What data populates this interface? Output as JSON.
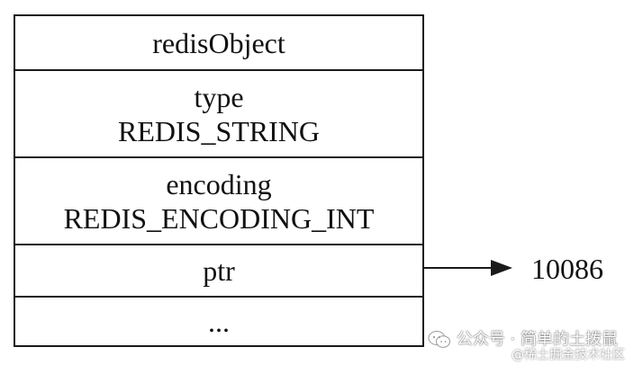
{
  "record": {
    "fields": [
      {
        "lines": [
          "redisObject"
        ]
      },
      {
        "lines": [
          "type",
          "REDIS_STRING"
        ]
      },
      {
        "lines": [
          "encoding",
          "REDIS_ENCODING_INT"
        ]
      },
      {
        "lines": [
          "ptr"
        ]
      },
      {
        "lines": [
          "..."
        ]
      }
    ]
  },
  "pointer_target": {
    "value": "10086"
  },
  "watermark": {
    "main": "公众号 · 简单的土拨鼠",
    "sub": "@稀土掘金技术社区",
    "icon": "wechat-icon"
  }
}
